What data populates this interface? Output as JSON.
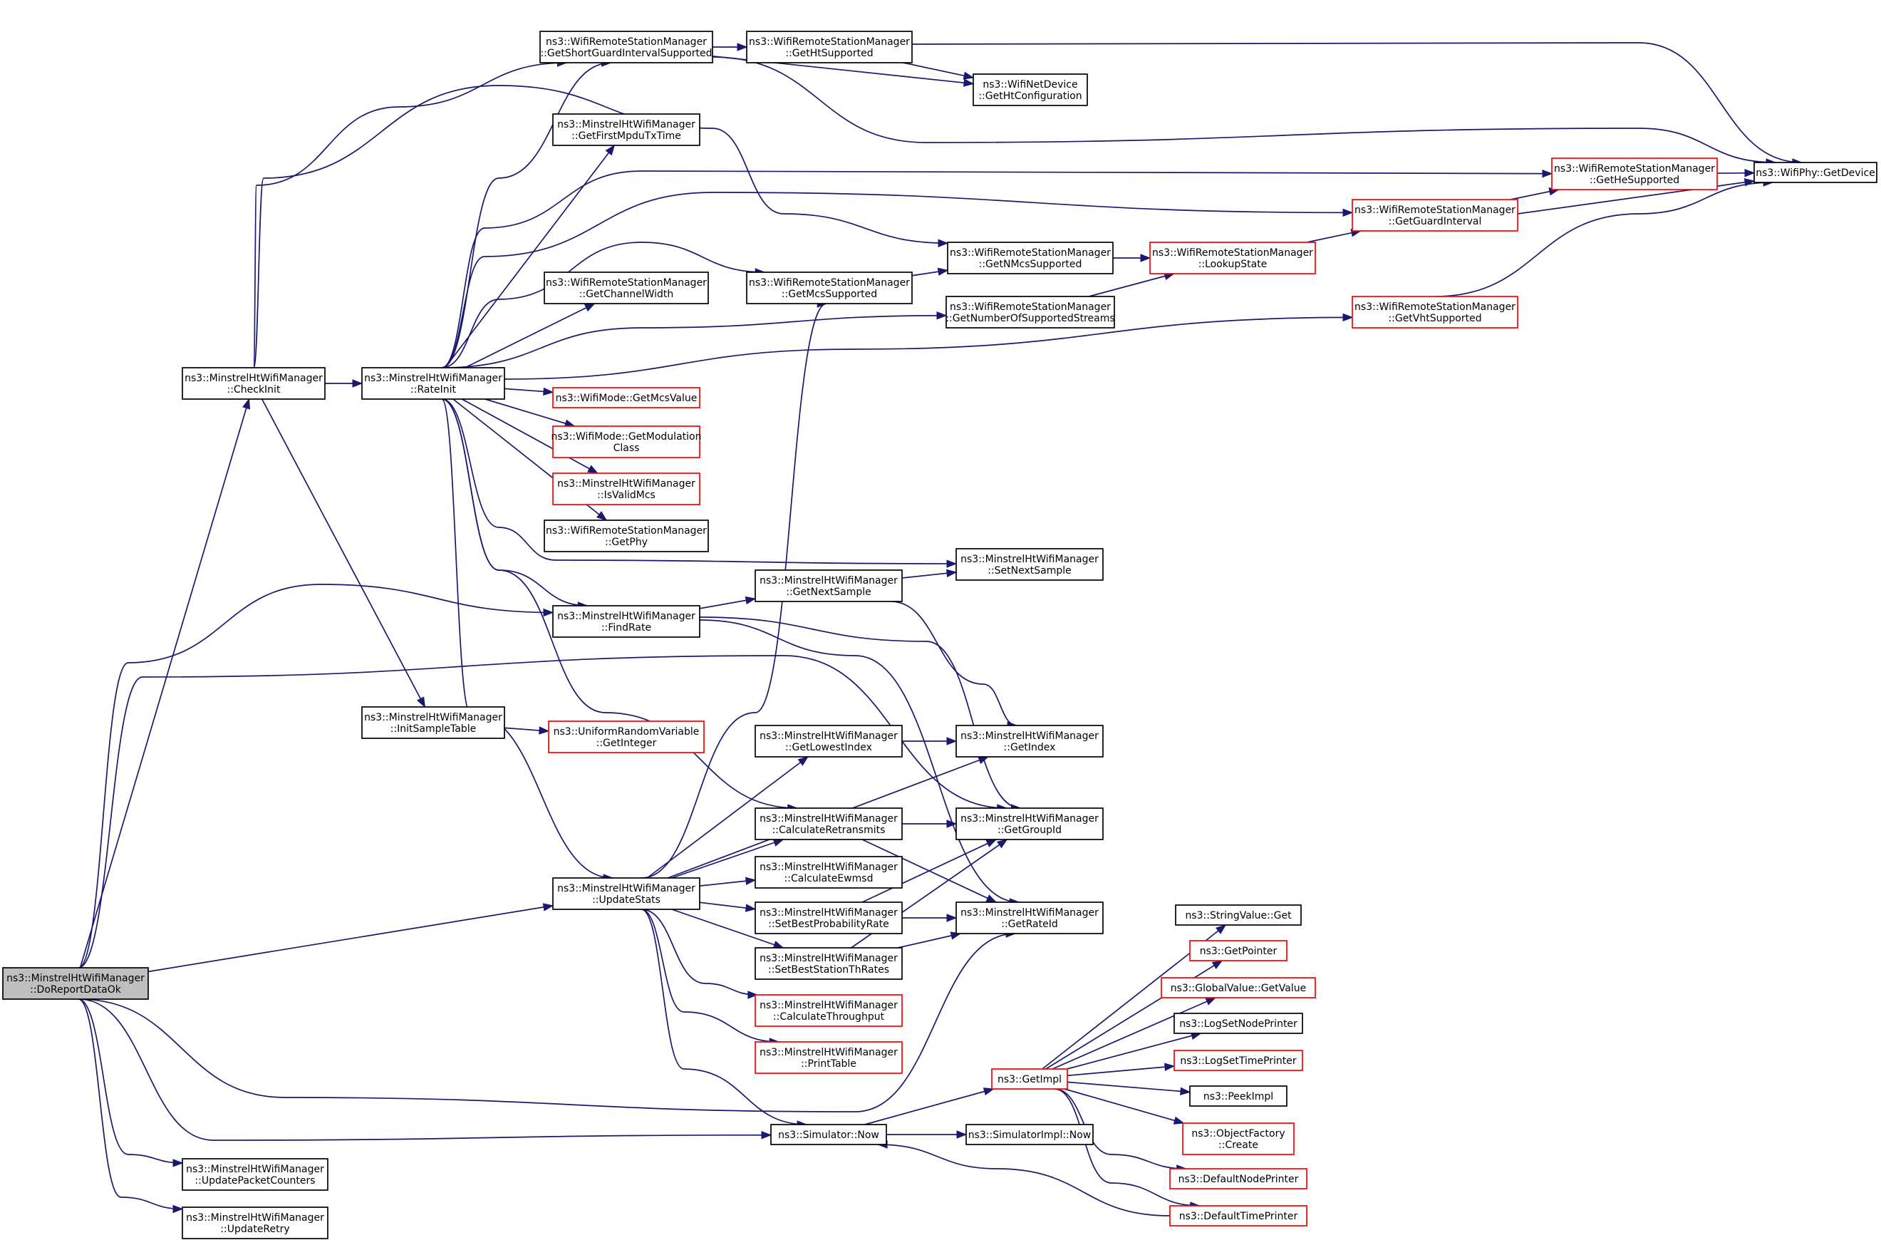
{
  "colors": {
    "edge": "#191970",
    "node_border": "#000000",
    "node_border_truncated": "#ff0000",
    "root_fill": "#bfbfbf",
    "background": "#ffffff"
  },
  "nodes": [
    {
      "id": "root",
      "lines": [
        "ns3::MinstrelHtWifiManager",
        "::DoReportDataOk"
      ],
      "style": "root"
    },
    {
      "id": "checkinit",
      "lines": [
        "ns3::MinstrelHtWifiManager",
        "::CheckInit"
      ],
      "style": "plain"
    },
    {
      "id": "rateinit",
      "lines": [
        "ns3::MinstrelHtWifiManager",
        "::RateInit"
      ],
      "style": "plain"
    },
    {
      "id": "initsample",
      "lines": [
        "ns3::MinstrelHtWifiManager",
        "::InitSampleTable"
      ],
      "style": "plain"
    },
    {
      "id": "updatepkt",
      "lines": [
        "ns3::MinstrelHtWifiManager",
        "::UpdatePacketCounters"
      ],
      "style": "plain"
    },
    {
      "id": "updateretry",
      "lines": [
        "ns3::MinstrelHtWifiManager",
        "::UpdateRetry"
      ],
      "style": "plain"
    },
    {
      "id": "sgi",
      "lines": [
        "ns3::WifiRemoteStationManager",
        "::GetShortGuardIntervalSupported"
      ],
      "style": "plain"
    },
    {
      "id": "firstmpdu",
      "lines": [
        "ns3::MinstrelHtWifiManager",
        "::GetFirstMpduTxTime"
      ],
      "style": "plain"
    },
    {
      "id": "chanwidth",
      "lines": [
        "ns3::WifiRemoteStationManager",
        "::GetChannelWidth"
      ],
      "style": "plain"
    },
    {
      "id": "mcsvalue",
      "lines": [
        "ns3::WifiMode::GetMcsValue"
      ],
      "style": "red"
    },
    {
      "id": "modclass",
      "lines": [
        "ns3::WifiMode::GetModulation",
        "Class"
      ],
      "style": "red"
    },
    {
      "id": "isvalid",
      "lines": [
        "ns3::MinstrelHtWifiManager",
        "::IsValidMcs"
      ],
      "style": "red"
    },
    {
      "id": "getphy",
      "lines": [
        "ns3::WifiRemoteStationManager",
        "::GetPhy"
      ],
      "style": "plain"
    },
    {
      "id": "findrate",
      "lines": [
        "ns3::MinstrelHtWifiManager",
        "::FindRate"
      ],
      "style": "plain"
    },
    {
      "id": "urv",
      "lines": [
        "ns3::UniformRandomVariable",
        "::GetInteger"
      ],
      "style": "red"
    },
    {
      "id": "updatestats",
      "lines": [
        "ns3::MinstrelHtWifiManager",
        "::UpdateStats"
      ],
      "style": "plain"
    },
    {
      "id": "htsupp",
      "lines": [
        "ns3::WifiRemoteStationManager",
        "::GetHtSupported"
      ],
      "style": "plain"
    },
    {
      "id": "mcssupp",
      "lines": [
        "ns3::WifiRemoteStationManager",
        "::GetMcsSupported"
      ],
      "style": "plain"
    },
    {
      "id": "nextsample",
      "lines": [
        "ns3::MinstrelHtWifiManager",
        "::GetNextSample"
      ],
      "style": "plain"
    },
    {
      "id": "lowest",
      "lines": [
        "ns3::MinstrelHtWifiManager",
        "::GetLowestIndex"
      ],
      "style": "plain"
    },
    {
      "id": "calcretrans",
      "lines": [
        "ns3::MinstrelHtWifiManager",
        "::CalculateRetransmits"
      ],
      "style": "plain"
    },
    {
      "id": "ewmsd",
      "lines": [
        "ns3::MinstrelHtWifiManager",
        "::CalculateEwmsd"
      ],
      "style": "plain"
    },
    {
      "id": "bestprob",
      "lines": [
        "ns3::MinstrelHtWifiManager",
        "::SetBestProbabilityRate"
      ],
      "style": "plain"
    },
    {
      "id": "beststation",
      "lines": [
        "ns3::MinstrelHtWifiManager",
        "::SetBestStationThRates"
      ],
      "style": "plain"
    },
    {
      "id": "calcthr",
      "lines": [
        "ns3::MinstrelHtWifiManager",
        "::CalculateThroughput"
      ],
      "style": "red"
    },
    {
      "id": "printtable",
      "lines": [
        "ns3::MinstrelHtWifiManager",
        "::PrintTable"
      ],
      "style": "red"
    },
    {
      "id": "simnow",
      "lines": [
        "ns3::Simulator::Now"
      ],
      "style": "plain"
    },
    {
      "id": "htconfig",
      "lines": [
        "ns3::WifiNetDevice",
        "::GetHtConfiguration"
      ],
      "style": "plain"
    },
    {
      "id": "nmcs",
      "lines": [
        "ns3::WifiRemoteStationManager",
        "::GetNMcsSupported"
      ],
      "style": "plain"
    },
    {
      "id": "nstreams",
      "lines": [
        "ns3::WifiRemoteStationManager",
        "::GetNumberOfSupportedStreams"
      ],
      "style": "plain"
    },
    {
      "id": "setnext",
      "lines": [
        "ns3::MinstrelHtWifiManager",
        "::SetNextSample"
      ],
      "style": "plain"
    },
    {
      "id": "getindex",
      "lines": [
        "ns3::MinstrelHtWifiManager",
        "::GetIndex"
      ],
      "style": "plain"
    },
    {
      "id": "groupid",
      "lines": [
        "ns3::MinstrelHtWifiManager",
        "::GetGroupId"
      ],
      "style": "plain"
    },
    {
      "id": "rateid",
      "lines": [
        "ns3::MinstrelHtWifiManager",
        "::GetRateId"
      ],
      "style": "plain"
    },
    {
      "id": "simimplnow",
      "lines": [
        "ns3::SimulatorImpl::Now"
      ],
      "style": "plain"
    },
    {
      "id": "lookup",
      "lines": [
        "ns3::WifiRemoteStationManager",
        "::LookupState"
      ],
      "style": "red"
    },
    {
      "id": "getimpl",
      "lines": [
        "ns3::GetImpl"
      ],
      "style": "red"
    },
    {
      "id": "guard",
      "lines": [
        "ns3::WifiRemoteStationManager",
        "::GetGuardInterval"
      ],
      "style": "red"
    },
    {
      "id": "vht",
      "lines": [
        "ns3::WifiRemoteStationManager",
        "::GetVhtSupported"
      ],
      "style": "red"
    },
    {
      "id": "hesupp",
      "lines": [
        "ns3::WifiRemoteStationManager",
        "::GetHeSupported"
      ],
      "style": "red"
    },
    {
      "id": "getdevice",
      "lines": [
        "ns3::WifiPhy::GetDevice"
      ],
      "style": "plain"
    },
    {
      "id": "strget",
      "lines": [
        "ns3::StringValue::Get"
      ],
      "style": "plain"
    },
    {
      "id": "getpointer",
      "lines": [
        "ns3::GetPointer"
      ],
      "style": "red"
    },
    {
      "id": "gvget",
      "lines": [
        "ns3::GlobalValue::GetValue"
      ],
      "style": "red"
    },
    {
      "id": "lognode",
      "lines": [
        "ns3::LogSetNodePrinter"
      ],
      "style": "plain"
    },
    {
      "id": "logtime",
      "lines": [
        "ns3::LogSetTimePrinter"
      ],
      "style": "red"
    },
    {
      "id": "peek",
      "lines": [
        "ns3::PeekImpl"
      ],
      "style": "plain"
    },
    {
      "id": "objfact",
      "lines": [
        "ns3::ObjectFactory",
        "::Create"
      ],
      "style": "red"
    },
    {
      "id": "defnode",
      "lines": [
        "ns3::DefaultNodePrinter"
      ],
      "style": "red"
    },
    {
      "id": "deftime",
      "lines": [
        "ns3::DefaultTimePrinter"
      ],
      "style": "red"
    }
  ],
  "edges": [
    [
      "root",
      "checkinit"
    ],
    [
      "root",
      "findrate"
    ],
    [
      "root",
      "groupid"
    ],
    [
      "root",
      "updatestats"
    ],
    [
      "root",
      "rateid"
    ],
    [
      "root",
      "simnow"
    ],
    [
      "root",
      "updatepkt"
    ],
    [
      "root",
      "updateretry"
    ],
    [
      "checkinit",
      "sgi"
    ],
    [
      "checkinit",
      "nmcs"
    ],
    [
      "checkinit",
      "rateinit"
    ],
    [
      "checkinit",
      "initsample"
    ],
    [
      "rateinit",
      "sgi"
    ],
    [
      "rateinit",
      "firstmpdu"
    ],
    [
      "rateinit",
      "hesupp"
    ],
    [
      "rateinit",
      "guard"
    ],
    [
      "rateinit",
      "mcssupp"
    ],
    [
      "rateinit",
      "chanwidth"
    ],
    [
      "rateinit",
      "nstreams"
    ],
    [
      "rateinit",
      "vht"
    ],
    [
      "rateinit",
      "mcsvalue"
    ],
    [
      "rateinit",
      "modclass"
    ],
    [
      "rateinit",
      "isvalid"
    ],
    [
      "rateinit",
      "getphy"
    ],
    [
      "rateinit",
      "setnext"
    ],
    [
      "rateinit",
      "findrate"
    ],
    [
      "rateinit",
      "calcretrans"
    ],
    [
      "rateinit",
      "updatestats"
    ],
    [
      "initsample",
      "urv"
    ],
    [
      "sgi",
      "htsupp"
    ],
    [
      "sgi",
      "htconfig"
    ],
    [
      "sgi",
      "getdevice"
    ],
    [
      "htsupp",
      "htconfig"
    ],
    [
      "htsupp",
      "getdevice"
    ],
    [
      "mcssupp",
      "nmcs"
    ],
    [
      "nmcs",
      "lookup"
    ],
    [
      "nstreams",
      "lookup"
    ],
    [
      "lookup",
      "guard"
    ],
    [
      "guard",
      "hesupp"
    ],
    [
      "guard",
      "getdevice"
    ],
    [
      "hesupp",
      "getdevice"
    ],
    [
      "vht",
      "getdevice"
    ],
    [
      "findrate",
      "nextsample"
    ],
    [
      "findrate",
      "groupid"
    ],
    [
      "findrate",
      "rateid"
    ],
    [
      "nextsample",
      "setnext"
    ],
    [
      "nextsample",
      "getindex"
    ],
    [
      "updatestats",
      "mcssupp"
    ],
    [
      "updatestats",
      "lowest"
    ],
    [
      "updatestats",
      "getindex"
    ],
    [
      "updatestats",
      "calcretrans"
    ],
    [
      "updatestats",
      "ewmsd"
    ],
    [
      "updatestats",
      "bestprob"
    ],
    [
      "updatestats",
      "beststation"
    ],
    [
      "updatestats",
      "calcthr"
    ],
    [
      "updatestats",
      "printtable"
    ],
    [
      "updatestats",
      "simnow"
    ],
    [
      "lowest",
      "getindex"
    ],
    [
      "calcretrans",
      "groupid"
    ],
    [
      "calcretrans",
      "rateid"
    ],
    [
      "bestprob",
      "groupid"
    ],
    [
      "bestprob",
      "rateid"
    ],
    [
      "beststation",
      "groupid"
    ],
    [
      "beststation",
      "rateid"
    ],
    [
      "simnow",
      "getimpl"
    ],
    [
      "simnow",
      "simimplnow"
    ],
    [
      "getimpl",
      "strget"
    ],
    [
      "getimpl",
      "getpointer"
    ],
    [
      "getimpl",
      "gvget"
    ],
    [
      "getimpl",
      "lognode"
    ],
    [
      "getimpl",
      "logtime"
    ],
    [
      "getimpl",
      "peek"
    ],
    [
      "getimpl",
      "objfact"
    ],
    [
      "getimpl",
      "defnode"
    ],
    [
      "getimpl",
      "deftime"
    ],
    [
      "deftime",
      "simnow"
    ]
  ]
}
